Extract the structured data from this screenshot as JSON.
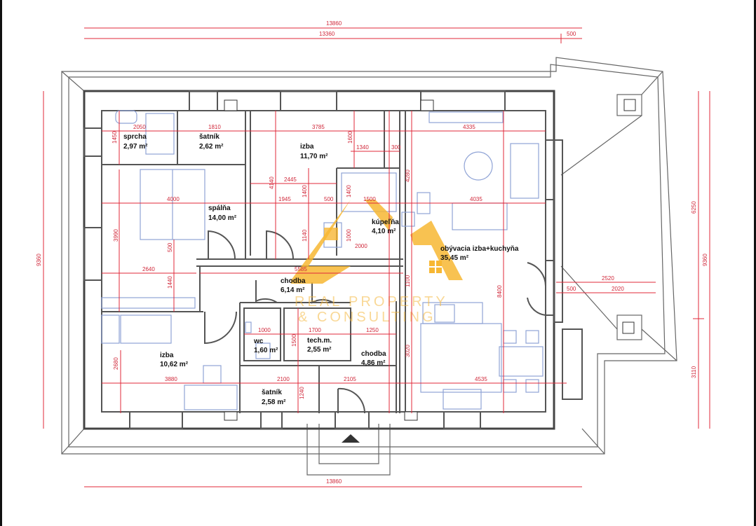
{
  "rooms": [
    {
      "name": "sprcha",
      "area": "2,97 m²"
    },
    {
      "name": "šatník",
      "area": "2,62 m²"
    },
    {
      "name": "izba",
      "area": "11,70 m²"
    },
    {
      "name": "spálňa",
      "area": "14,00 m²"
    },
    {
      "name": "kúpeľňa",
      "area": "4,10 m²"
    },
    {
      "name": "obývacia izba+kuchyňa",
      "area": "35,45 m²"
    },
    {
      "name": "chodba",
      "area": "6,14 m²"
    },
    {
      "name": "wc",
      "area": "1,60 m²"
    },
    {
      "name": "tech.m.",
      "area": "2,55 m²"
    },
    {
      "name": "chodba",
      "area": "4,86 m²"
    },
    {
      "name": "izba",
      "area": "10,62 m²"
    },
    {
      "name": "šatník",
      "area": "2,58 m²"
    }
  ],
  "dimensions": {
    "overall_top": "13860",
    "top_inner": "13360",
    "top_ext": "500",
    "overall_bottom": "13860",
    "left_total": "9360",
    "right_6250": "6250",
    "right_total": "9360",
    "right_3110": "3110",
    "d2050": "2050",
    "d1810": "1810",
    "d3785": "3785",
    "d1340": "1340",
    "d300": "300",
    "d4335": "4335",
    "d1450": "1450",
    "d1600": "1600",
    "d4280": "4280",
    "d2445": "2445",
    "d4140": "4140",
    "d1400a": "1400",
    "d1400b": "1400",
    "d4000": "4000",
    "d1945": "1945",
    "d500a": "500",
    "d1500a": "1500",
    "d4035": "4035",
    "d2000": "2000",
    "d1140": "1140",
    "d1000v": "1000",
    "d3990": "3990",
    "d500b": "500",
    "d2640": "2640",
    "d5585": "5585",
    "d1100": "1100",
    "d1440": "1440",
    "d8400": "8400",
    "d2520": "2520",
    "d500c": "500",
    "d2020": "2020",
    "d1000": "1000",
    "d1700": "1700",
    "d1250": "1250",
    "d1500b": "1500",
    "d2680": "2680",
    "d3880": "3880",
    "d2100": "2100",
    "d2105": "2105",
    "d4535": "4535",
    "d1240": "1240",
    "d3020": "3020"
  },
  "watermark": {
    "line1": "REAL PROPERTY",
    "line2": "& CONSULTING"
  },
  "colors": {
    "dimension": "#e0283a",
    "walls": "#555555",
    "furniture": "#8fa3d6",
    "watermark": "#f7b733"
  }
}
